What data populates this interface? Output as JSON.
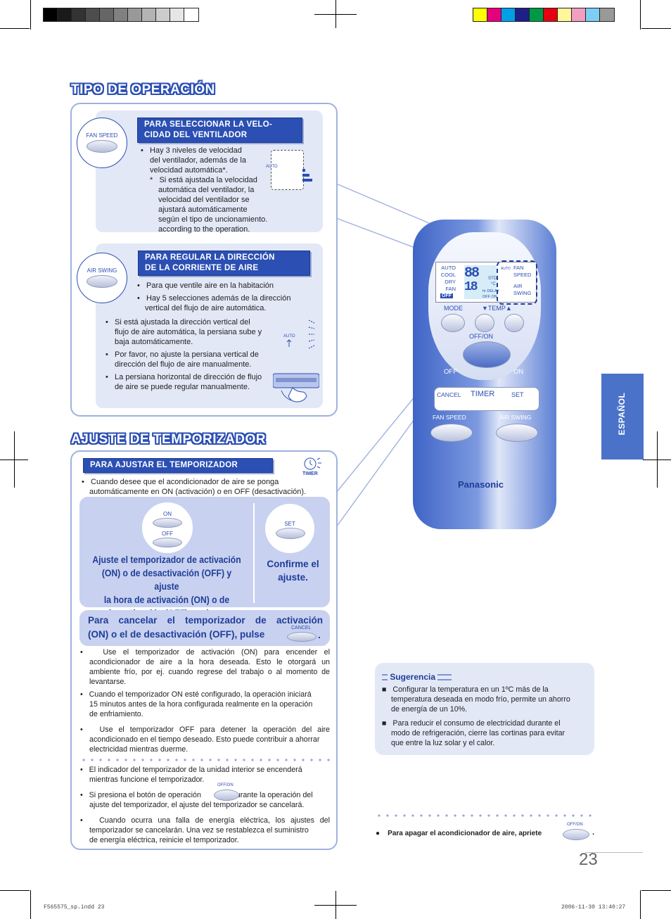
{
  "section_operation": {
    "title": "TIPO DE OPERACIÓN",
    "fan": {
      "pill": "PARA SELECCIONAR LA VELO-",
      "pill2": "CIDAD DEL VENTILADOR",
      "button": "FAN SPEED",
      "b1": "Hay 3 niveles de velocidad",
      "b2": "del ventilador, además de la",
      "b3": "velocidad automática*.",
      "n1": "Si está ajustada la velocidad",
      "n2": "automática del ventilador, la",
      "n3": "velocidad del ventilador se",
      "n4": "ajustará automáticamente",
      "n5": "según el tipo de uncionamiento.",
      "n6": "according to the operation.",
      "auto": "AUTO"
    },
    "swing": {
      "pill": "PARA REGULAR LA DIRECCIÓN",
      "pill2": "DE LA CORRIENTE DE AIRE",
      "button": "AIR SWING",
      "b1": "Para que ventile aire en la habitación",
      "b2a": "Hay 5 selecciones además de la dirección",
      "b2b": "vertical del flujo de aire automática.",
      "b3a": "Si está ajustada la dirección vertical del",
      "b3b": "flujo de aire automática, la persiana sube y",
      "b3c": "baja automáticamente.",
      "b4a": "Por favor, no ajuste la persiana vertical de",
      "b4b": "dirección del flujo de aire manualmente.",
      "b5a": "La persiana horizontal de dirección de flujo",
      "b5b": "de aire se puede regular manualmente.",
      "auto": "AUTO"
    }
  },
  "section_timer": {
    "title": "AJUSTE DE TEMPORIZADOR",
    "pill": "PARA AJUSTAR EL TEMPORIZADOR",
    "timer_icon": "TIMER",
    "intro1": "Cuando desee que el acondicionador de aire se ponga",
    "intro2": "automáticamente en ON (activación) o en OFF (desactivación).",
    "on": "ON",
    "off": "OFF",
    "set": "SET",
    "cancel": "CANCEL",
    "step1a": "Ajuste el temporizador de activación",
    "step1b": "(ON) o de desactivación (OFF) y ajuste",
    "step1c": "la hora de activación (ON) o de",
    "step1d": "desactivación (OFF) por hora.",
    "step2a": "Confirme el",
    "step2b": "ajuste.",
    "cancel_a": "Para cancelar el temporizador de activación",
    "cancel_b": "(ON) o el de desactivación (OFF), pulse",
    "cancel_dot": ".",
    "t1a": "Use el temporizador de activación (ON) para encender el",
    "t1b": "acondicionador de aire a la hora deseada. Esto le otorgará un",
    "t1c": "ambiente frío, por ej. cuando regrese del trabajo o al momento de",
    "t1d": "levantarse.",
    "t2a": "Cuando el temporizador ON esté configurado, la operación iniciará",
    "t2b": "15 minutos antes de la hora configurada realmente en la operación",
    "t2c": "de enfriamiento.",
    "t3a": "Use el temporizador OFF para detener la operación del aire",
    "t3b": "acondicionado en el tiempo deseado. Esto puede contribuir a ahorrar",
    "t3c": "electricidad mientras duerme.",
    "t4a": "El indicador del temporizador de la unidad interior se encenderá",
    "t4b": "mientras funcione el temporizador.",
    "t5a": "Si presiona el botón de operación",
    "t5b": "durante la operación del",
    "t5c": "ajuste del temporizador, el ajuste del temporizador se cancelará.",
    "t6a": "Cuando ocurra una falla de energía eléctrica, los ajustes del",
    "t6b": "temporizador se cancelarán. Una vez se restablezca el suministro",
    "t6c": "de energía eléctrica, reinicie el temporizador.",
    "offon": "OFF/ON"
  },
  "remote": {
    "lcd_left": [
      "AUTO",
      "COOL",
      "DRY",
      "FAN",
      "OFF"
    ],
    "lcd_right": [
      "FAN",
      "SPEED",
      "AIR",
      "SWING"
    ],
    "lcd_auto": "AUTO",
    "lcd_std": "STD",
    "lcd_c": "°C",
    "lcd_delay": "hr DELAY",
    "lcd_offon": "OFF ON",
    "mode": "MODE",
    "temp": "▼TEMP▲",
    "offon": "OFF/ON",
    "off": "OFF",
    "on": "ON",
    "cancel": "CANCEL",
    "timer": "TIMER",
    "set": "SET",
    "fan_speed": "FAN SPEED",
    "air_swing": "AIR SWING",
    "brand": "Panasonic"
  },
  "tip": {
    "title": "Sugerencia",
    "p1a": "Configurar la temperatura en un 1ºC más de la",
    "p1b": "temperatura deseada en modo frío, permite un ahorro",
    "p1c": "de energía de un 10%.",
    "p2a": "Para reducir el consumo de electricidad durante el",
    "p2b": "modo de refrigeración, cierre las cortinas para evitar",
    "p2c": "que entre la luz solar y el calor."
  },
  "note": {
    "text": "Para apagar el acondicionador de aire, apriete",
    "button": "OFF/ON",
    "dot": "."
  },
  "side_tab": "ESPAÑOL",
  "page_number": "23",
  "footer_left": "F565575_sp.indd 23",
  "footer_right": "2006-11-30 13:40:27",
  "colors": {
    "accent": "#2b4fb3",
    "panel": "#e3e8f7",
    "tab": "#4a72c9"
  }
}
